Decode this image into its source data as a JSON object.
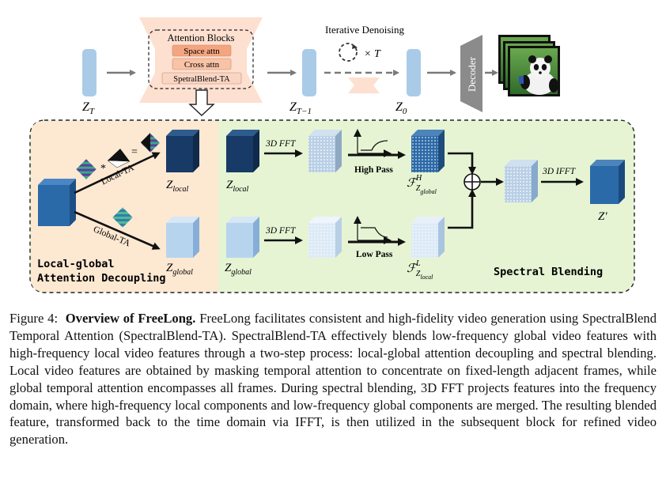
{
  "figure": {
    "attention_blocks_title": "Attention Blocks",
    "space_attn": "Space attn",
    "cross_attn": "Cross attn",
    "spectralblend_ta": "SpetralBlend-TA",
    "iterative_denoising": "Iterative Denoising",
    "times_t": "× T",
    "decoder": "Decoder",
    "z_t": "Z",
    "z_t_sub": "T",
    "z_t_minus_1": "Z",
    "z_t_minus_1_sub": "T−1",
    "z_0": "Z",
    "z_0_sub": "0",
    "local_ta": "Local-TA",
    "global_ta": "Global-TA",
    "z_local": "Z",
    "z_local_sub": "local",
    "z_global": "Z",
    "z_global_sub": "global",
    "fft_top": "3D FFT",
    "fft_bottom": "3D FFT",
    "ifft": "3D IFFT",
    "high_pass": "High Pass",
    "low_pass": "Low Pass",
    "f_high": "ℱ",
    "f_high_sup": "H",
    "f_high_sub": "Z",
    "f_high_subsub": "global",
    "f_low": "ℱ",
    "f_low_sup": "L",
    "f_low_sub": "Z",
    "f_low_subsub": "local",
    "z_prime": "Z′",
    "section_left_line1": "Local-global",
    "section_left_line2": "Attention Decoupling",
    "section_right": "Spectral Blending",
    "mask_star": "*",
    "mask_equals": "="
  },
  "caption": {
    "label": "Figure 4:",
    "bold": "Overview of FreeLong.",
    "body": "FreeLong facilitates consistent and high-fidelity video generation using SpectralBlend Temporal Attention (SpectralBlend-TA). SpectralBlend-TA effectively blends low-frequency global video features with high-frequency local video features through a two-step process: local-global attention decoupling and spectral blending. Local video features are obtained by masking temporal attention to concentrate on fixed-length adjacent frames, while global temporal attention encompasses all frames. During spectral blending, 3D FFT projects features into the frequency domain, where high-frequency local components and low-frequency global components are merged. The resulting blended feature, transformed back to the time domain via IFFT, is then utilized in the subsequent block for refined video generation."
  },
  "colors": {
    "latent_bar": "#a9cbe8",
    "attention_bg": "#fde0d0",
    "space_attn": "#f4a57f",
    "cross_attn": "#f8c3a6",
    "spectral_box": "#f9d6c4",
    "left_panel": "#fde8d2",
    "right_panel": "#e6f4d3",
    "dark_cube": "#173b66",
    "mid_cube": "#2a6aa8",
    "light_cube": "#b7d4ef",
    "decoder": "#8b8b8b"
  }
}
